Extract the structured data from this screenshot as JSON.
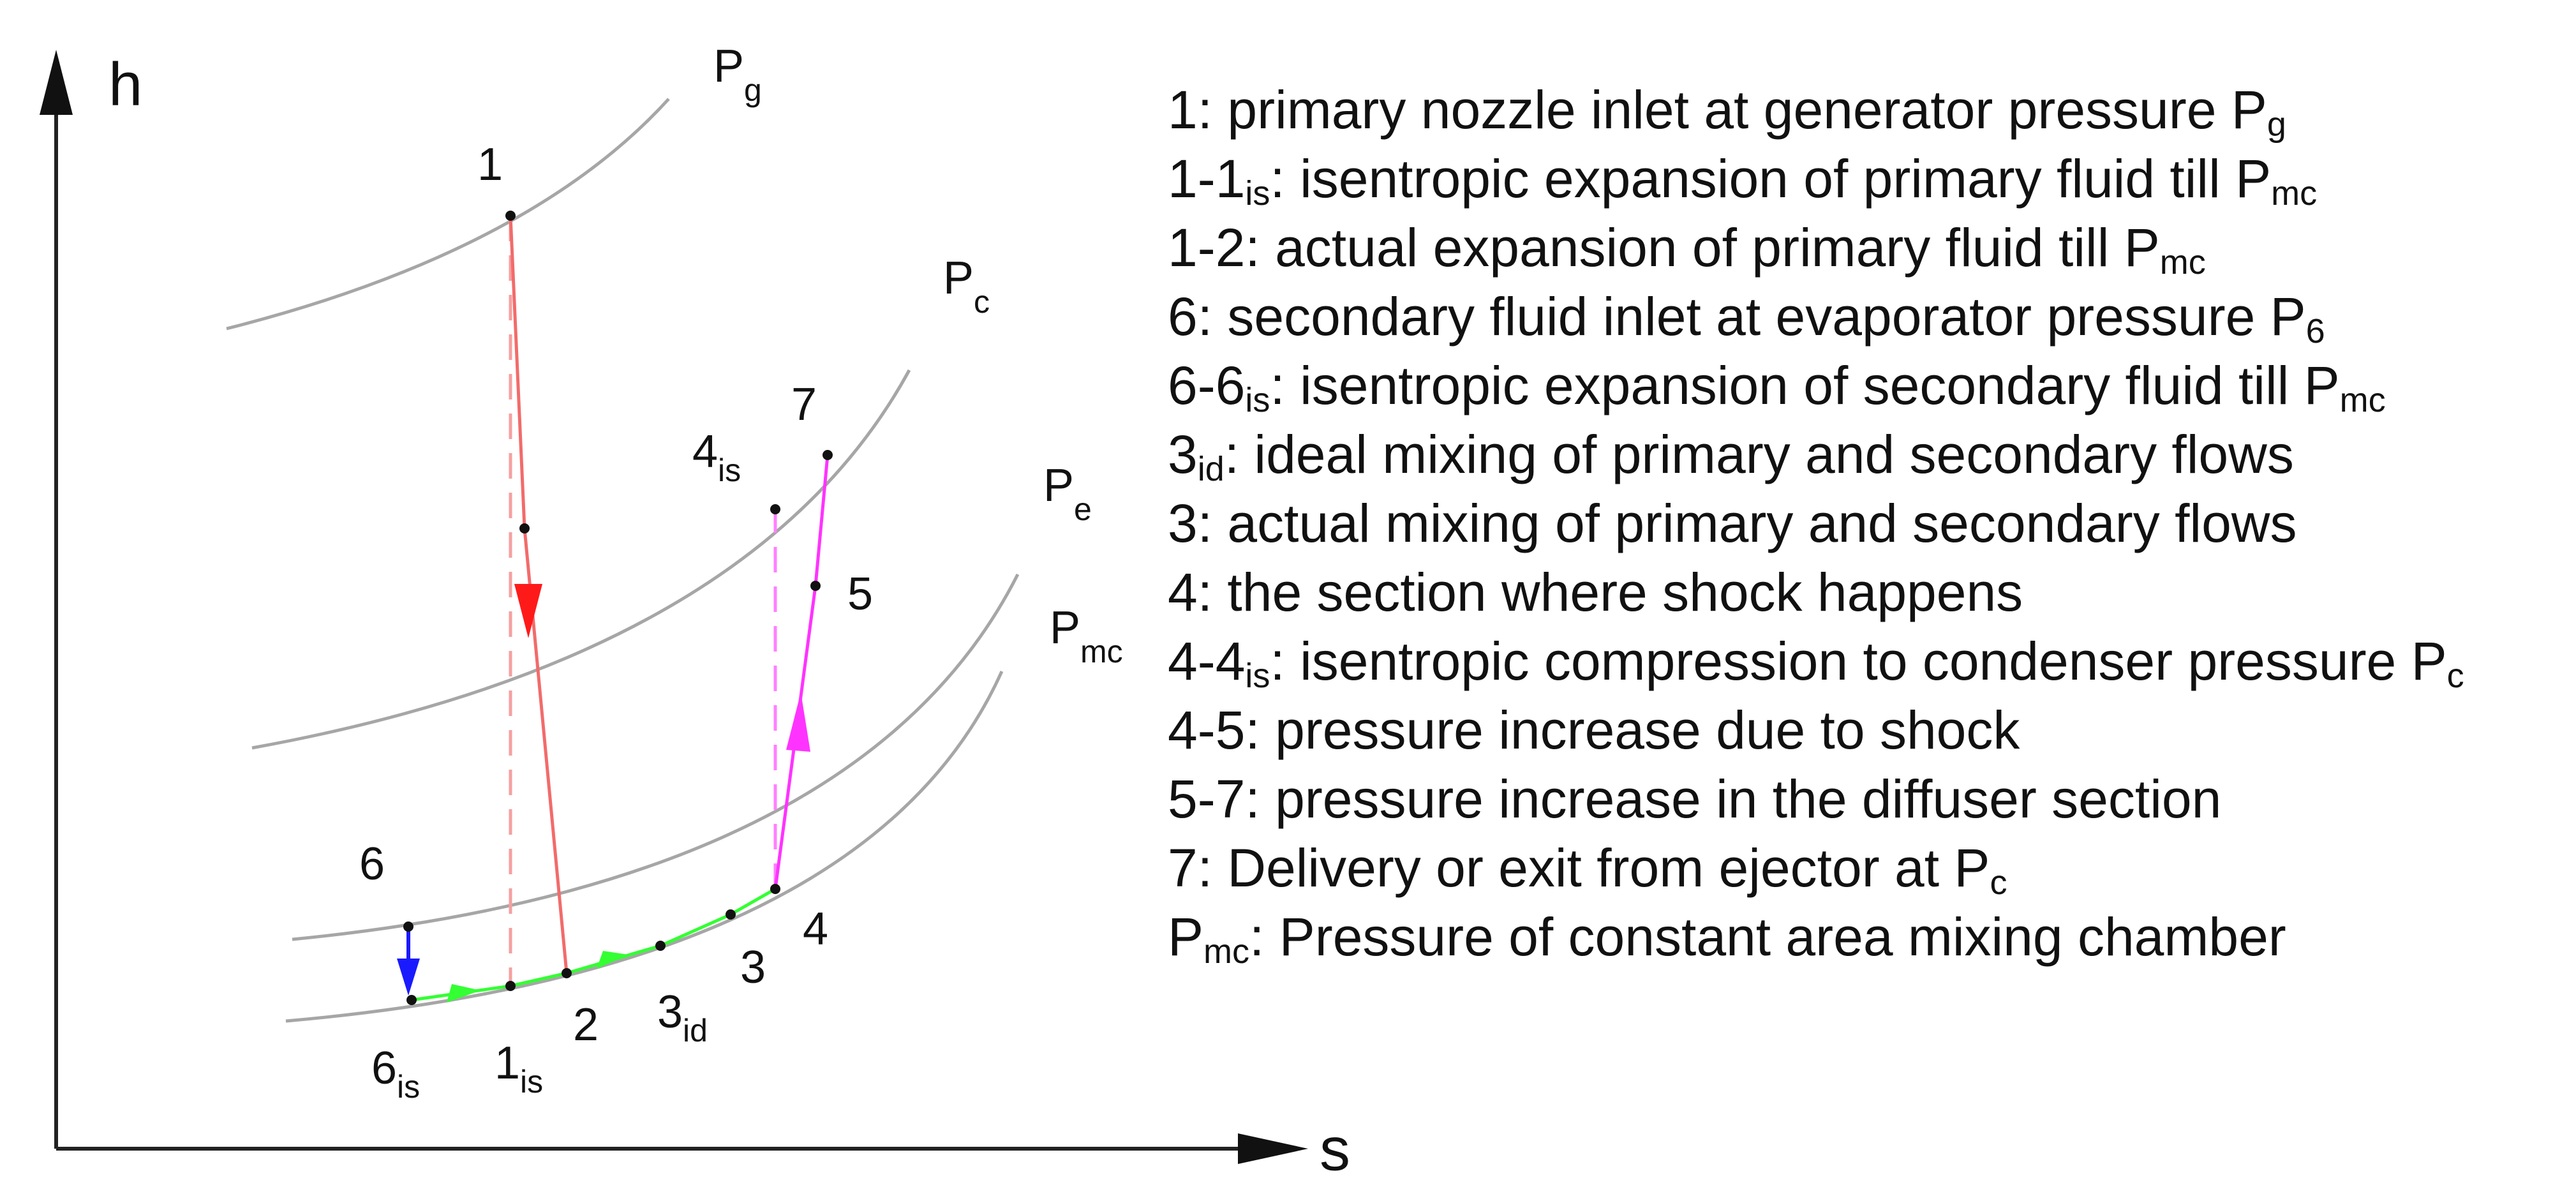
{
  "diagram": {
    "axes": {
      "y_label": "h",
      "x_label": "s"
    },
    "isobars": [
      {
        "id": "Pg",
        "base": "P",
        "sub": "g"
      },
      {
        "id": "Pc",
        "base": "P",
        "sub": "c"
      },
      {
        "id": "Pe",
        "base": "P",
        "sub": "e"
      },
      {
        "id": "Pmc",
        "base": "P",
        "sub": "mc"
      }
    ],
    "points": [
      {
        "id": "p1",
        "base": "1",
        "sub": ""
      },
      {
        "id": "p6",
        "base": "6",
        "sub": ""
      },
      {
        "id": "p6is",
        "base": "6",
        "sub": "is"
      },
      {
        "id": "p1is",
        "base": "1",
        "sub": "is"
      },
      {
        "id": "p2",
        "base": "2",
        "sub": ""
      },
      {
        "id": "p3id",
        "base": "3",
        "sub": "id"
      },
      {
        "id": "p3",
        "base": "3",
        "sub": ""
      },
      {
        "id": "p4",
        "base": "4",
        "sub": ""
      },
      {
        "id": "p4is",
        "base": "4",
        "sub": "is"
      },
      {
        "id": "p5",
        "base": "5",
        "sub": ""
      },
      {
        "id": "p7",
        "base": "7",
        "sub": ""
      }
    ],
    "colors": {
      "isobar": "#a6a6a6",
      "primary_expansion": "#f26b6b",
      "primary_arrow": "#ff1a1a",
      "secondary_expansion": "#1a1aff",
      "mixing": "#33ff33",
      "compression": "#ff33ff"
    }
  },
  "legend": [
    {
      "parts": [
        {
          "t": "1: primary nozzle inlet at generator pressure P"
        },
        {
          "t": "g",
          "sub": true
        }
      ]
    },
    {
      "parts": [
        {
          "t": "1-1"
        },
        {
          "t": "is",
          "sub": true
        },
        {
          "t": ": isentropic expansion of primary fluid till P"
        },
        {
          "t": "mc",
          "sub": true
        }
      ]
    },
    {
      "parts": [
        {
          "t": "1-2: actual expansion of primary fluid till P"
        },
        {
          "t": "mc",
          "sub": true
        }
      ]
    },
    {
      "parts": [
        {
          "t": "6: secondary fluid inlet at evaporator pressure P"
        },
        {
          "t": "6",
          "sub": true
        }
      ]
    },
    {
      "parts": [
        {
          "t": "6-6"
        },
        {
          "t": "is",
          "sub": true
        },
        {
          "t": ": isentropic expansion of secondary fluid till P"
        },
        {
          "t": "mc",
          "sub": true
        }
      ]
    },
    {
      "parts": [
        {
          "t": "3"
        },
        {
          "t": "id",
          "sub": true
        },
        {
          "t": ": ideal mixing of primary and secondary flows"
        }
      ]
    },
    {
      "parts": [
        {
          "t": "3: actual mixing of primary and secondary flows"
        }
      ]
    },
    {
      "parts": [
        {
          "t": "4: the section where shock happens"
        }
      ]
    },
    {
      "parts": [
        {
          "t": "4-4"
        },
        {
          "t": "is",
          "sub": true
        },
        {
          "t": ": isentropic compression to condenser pressure P"
        },
        {
          "t": "c",
          "sub": true
        }
      ]
    },
    {
      "parts": [
        {
          "t": "4-5: pressure increase due to shock"
        }
      ]
    },
    {
      "parts": [
        {
          "t": "5-7: pressure increase in the diffuser section"
        }
      ]
    },
    {
      "parts": [
        {
          "t": "7: Delivery or exit from ejector at P"
        },
        {
          "t": "c",
          "sub": true
        }
      ]
    },
    {
      "parts": [
        {
          "t": "P"
        },
        {
          "t": "mc",
          "sub": true
        },
        {
          "t": ": Pressure of constant area mixing chamber"
        }
      ]
    }
  ]
}
